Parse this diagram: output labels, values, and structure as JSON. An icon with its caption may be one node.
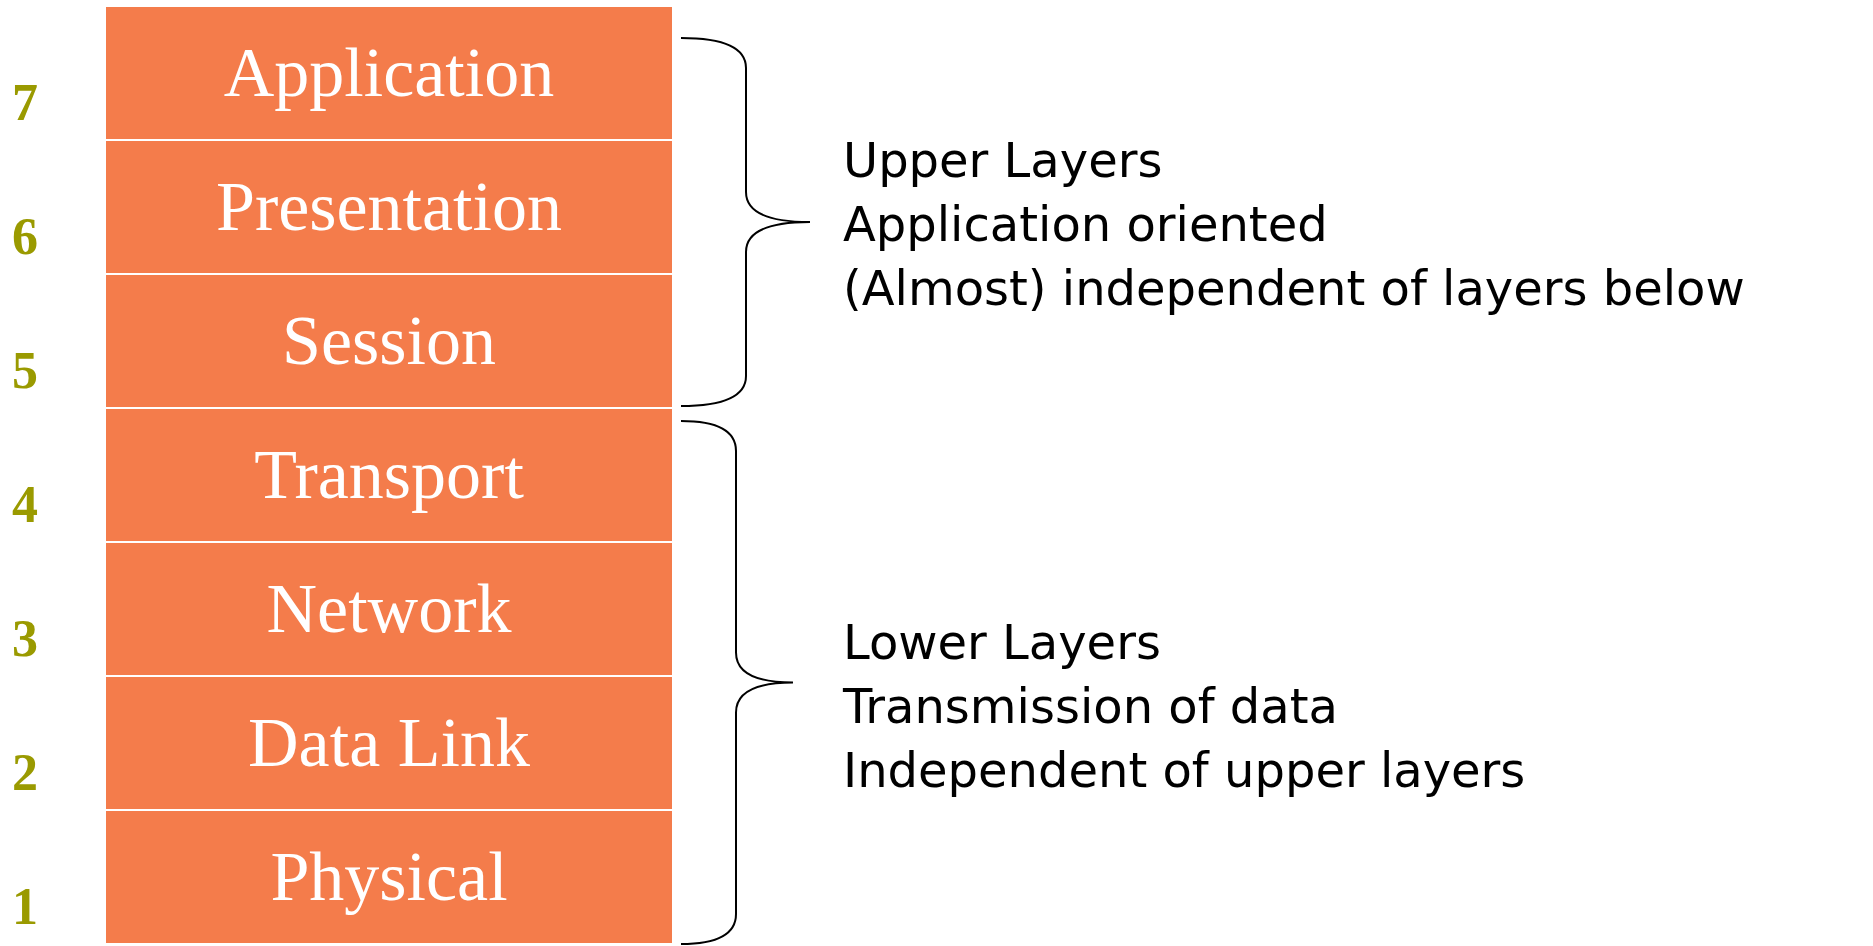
{
  "diagram": {
    "nodes": [
      {
        "text": [
          "Application"
        ],
        "beside": [
          "7"
        ]
      },
      {
        "text": [
          "Presentation"
        ],
        "beside": [
          "6"
        ]
      },
      {
        "text": [
          "Session"
        ],
        "beside": [
          "5"
        ]
      },
      {
        "text": [
          "Transport"
        ],
        "beside": [
          "4"
        ]
      },
      {
        "text": [
          "Network"
        ],
        "beside": [
          "3"
        ]
      },
      {
        "text": [
          "Data Link"
        ],
        "beside": [
          "2"
        ]
      },
      {
        "text": [
          "Physical"
        ],
        "beside": [
          "1"
        ]
      }
    ],
    "labels": [
      "Upper Layers",
      "Application oriented",
      "(Almost) independent of layers below",
      "Lower Layers",
      "Transmission of data",
      "Independent of upper layers"
    ]
  }
}
